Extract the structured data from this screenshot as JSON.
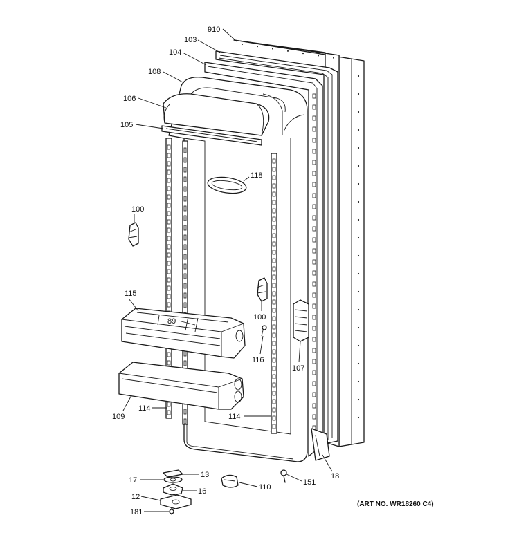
{
  "diagram": {
    "art_number": "(ART NO. WR18260 C4)",
    "callouts": [
      {
        "id": "910",
        "text": "910"
      },
      {
        "id": "103",
        "text": "103"
      },
      {
        "id": "104",
        "text": "104"
      },
      {
        "id": "108",
        "text": "108"
      },
      {
        "id": "106",
        "text": "106"
      },
      {
        "id": "105",
        "text": "105"
      },
      {
        "id": "118",
        "text": "118"
      },
      {
        "id": "100a",
        "text": "100"
      },
      {
        "id": "100b",
        "text": "100"
      },
      {
        "id": "115",
        "text": "115"
      },
      {
        "id": "89",
        "text": "89"
      },
      {
        "id": "116",
        "text": "116"
      },
      {
        "id": "107",
        "text": "107"
      },
      {
        "id": "109",
        "text": "109"
      },
      {
        "id": "114a",
        "text": "114"
      },
      {
        "id": "114b",
        "text": "114"
      },
      {
        "id": "13",
        "text": "13"
      },
      {
        "id": "17",
        "text": "17"
      },
      {
        "id": "16",
        "text": "16"
      },
      {
        "id": "12",
        "text": "12"
      },
      {
        "id": "181",
        "text": "181"
      },
      {
        "id": "110",
        "text": "110"
      },
      {
        "id": "151",
        "text": "151"
      },
      {
        "id": "18",
        "text": "18"
      }
    ]
  }
}
